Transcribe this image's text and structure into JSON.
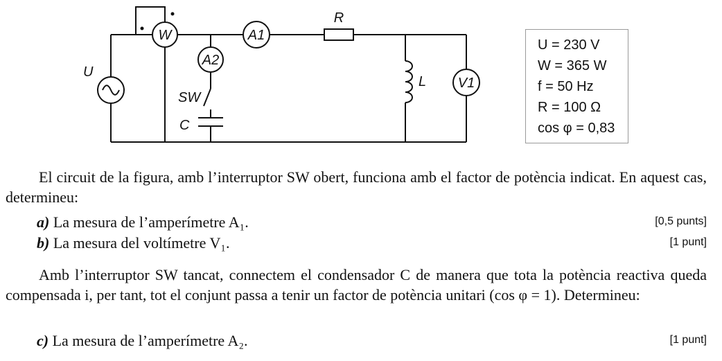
{
  "figure": {
    "labels": {
      "source": "U",
      "wattmeter": "W",
      "ammeter1": "A1",
      "ammeter2": "A2",
      "switch": "SW",
      "capacitor": "C",
      "resistor": "R",
      "inductor": "L",
      "voltmeter": "V1"
    },
    "data_box": [
      "U = 230 V",
      "W = 365 W",
      "f = 50 Hz",
      "R = 100 Ω",
      "cos φ = 0,83"
    ]
  },
  "text": {
    "p1": "El circuit de la figura, amb l’interruptor SW obert, funciona amb el factor de potència indicat. En aquest cas, determineu:",
    "items": [
      {
        "letter": "a)",
        "text": "La mesura de l’amperímetre A₁.",
        "points": "[0,5 punts]"
      },
      {
        "letter": "b)",
        "text": "La mesura del voltímetre V₁.",
        "points": "[1 punt]"
      }
    ],
    "p2": "Amb l’interruptor SW tancat, connectem el condensador C de manera que tota la potència reactiva queda compensada i, per tant, tot el conjunt passa a tenir un factor de potència unitari (cos φ = 1). Determineu:",
    "item_c": {
      "letter": "c)",
      "text": "La mesura de l’amperímetre A₂.",
      "points": "[1 punt]"
    }
  }
}
